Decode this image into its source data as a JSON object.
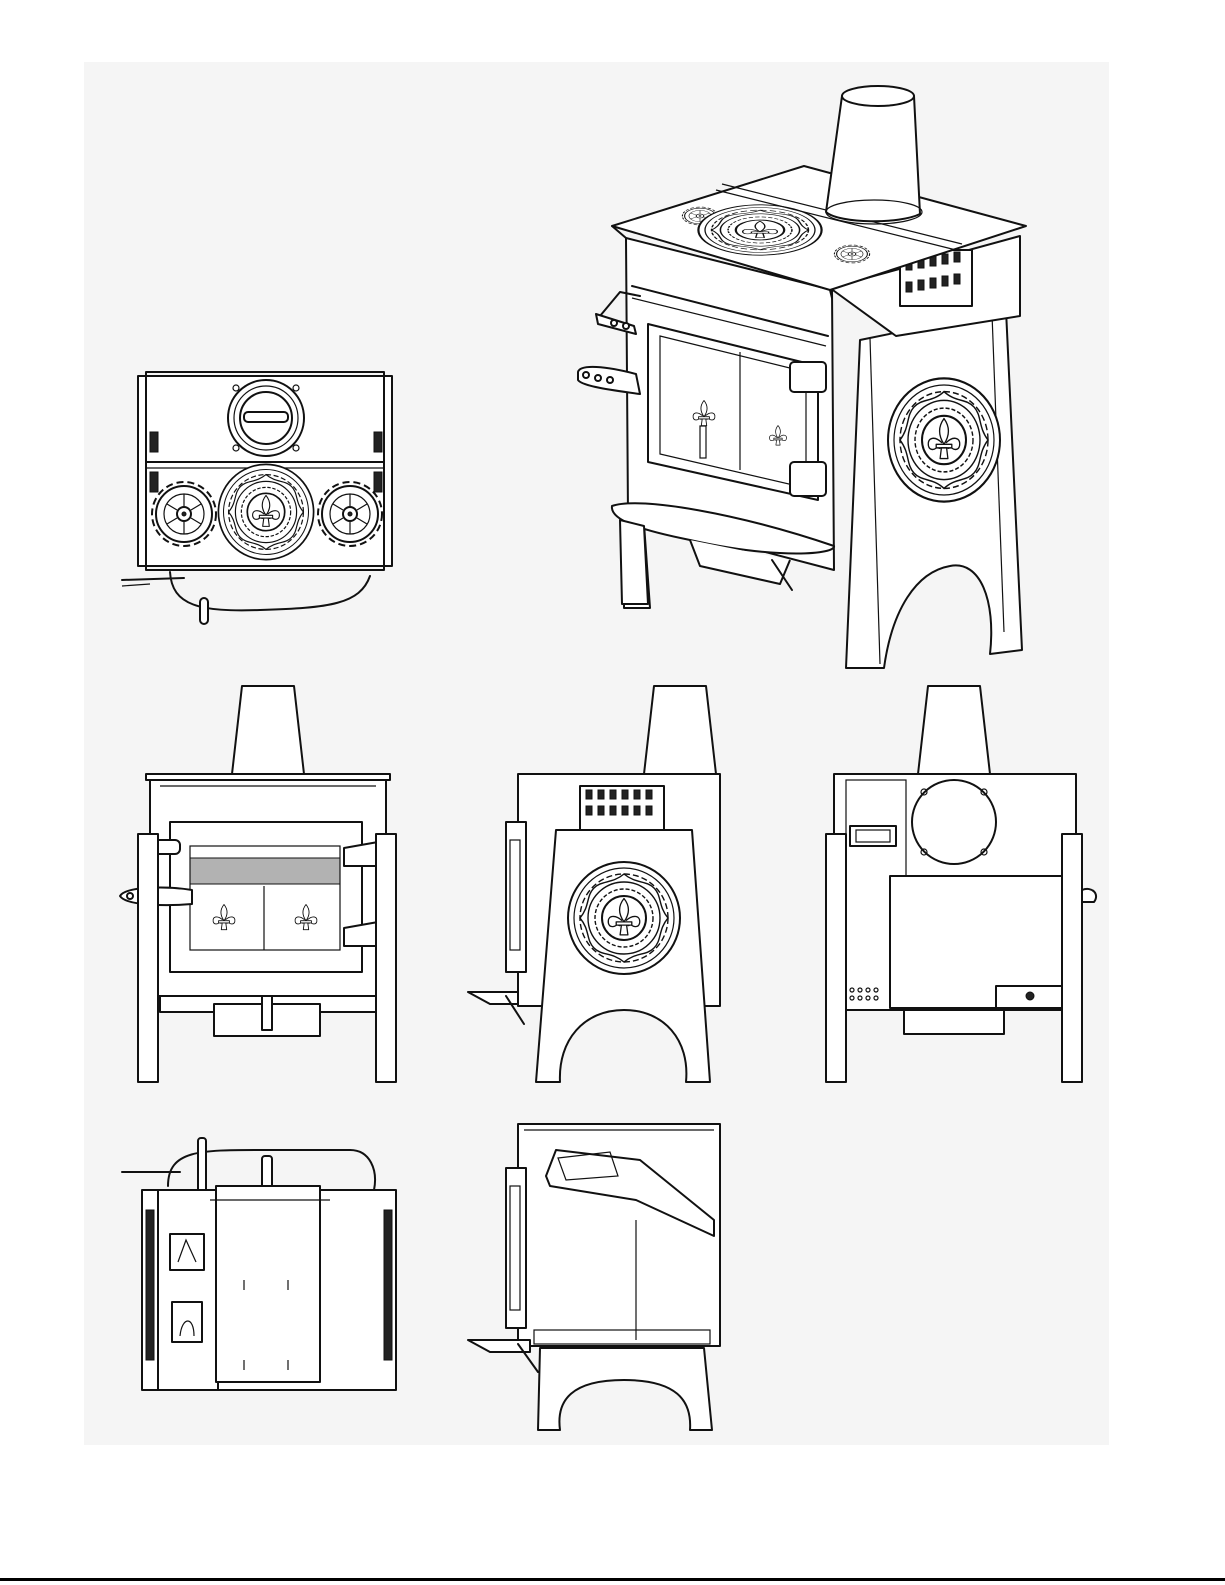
{
  "figure": {
    "views": [
      {
        "id": "top",
        "icon": "stove-top-view-icon"
      },
      {
        "id": "iso",
        "icon": "stove-isometric-view-icon"
      },
      {
        "id": "front",
        "icon": "stove-front-view-icon"
      },
      {
        "id": "side",
        "icon": "stove-side-view-icon"
      },
      {
        "id": "rear",
        "icon": "stove-rear-view-icon"
      },
      {
        "id": "bottom",
        "icon": "stove-bottom-view-icon"
      },
      {
        "id": "section",
        "icon": "stove-section-view-icon"
      }
    ],
    "colors": {
      "line": "#111111",
      "sheet": "#f5f5f5",
      "page": "#ffffff"
    }
  }
}
